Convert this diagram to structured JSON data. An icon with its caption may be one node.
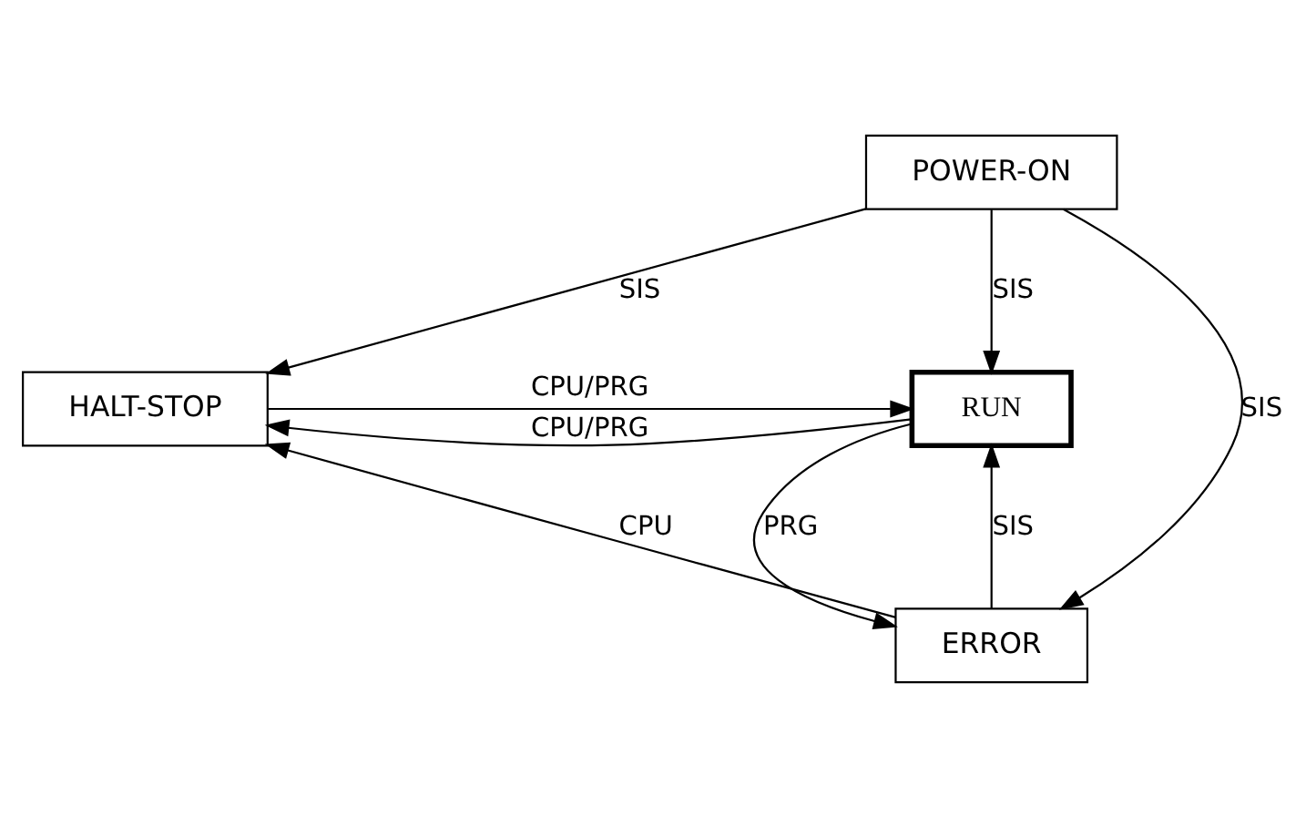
{
  "diagram": {
    "nodes": [
      {
        "text": [
          "POWER-ON"
        ]
      },
      {
        "text": [
          "HALT-STOP"
        ]
      },
      {
        "text": [
          "RUN"
        ]
      },
      {
        "text": [
          "ERROR"
        ]
      }
    ],
    "edges": [
      {
        "from": 0,
        "to": 1,
        "arrow": "to",
        "label": "SIS"
      },
      {
        "from": 0,
        "to": 3,
        "arrow": "to",
        "label": "SIS"
      },
      {
        "from": 0,
        "to": 2,
        "arrow": "to",
        "label": "SIS"
      },
      {
        "from": 1,
        "to": 2,
        "arrow": "to",
        "label": "CPU/PRG"
      },
      {
        "from": 2,
        "to": 1,
        "arrow": "to",
        "label": "CPU/PRG"
      },
      {
        "from": 2,
        "to": 3,
        "arrow": "to",
        "label": "PRG"
      },
      {
        "from": 3,
        "to": 2,
        "arrow": "to",
        "label": "SIS"
      },
      {
        "from": 3,
        "to": 1,
        "arrow": "to",
        "label": "CPU"
      }
    ]
  }
}
